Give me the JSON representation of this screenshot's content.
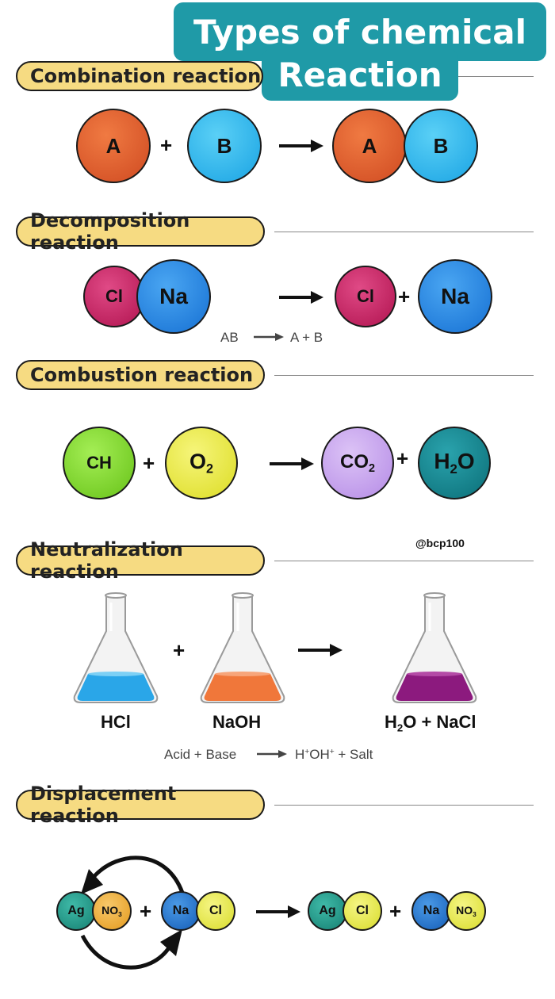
{
  "title": {
    "line1": "Types of chemical",
    "line2": "Reaction"
  },
  "watermark": "@bcp100",
  "operators": {
    "plus": "+"
  },
  "sections": {
    "combination": {
      "heading": "Combination reaction",
      "reactant_a": "A",
      "reactant_b": "B",
      "product_a": "A",
      "product_b": "B",
      "colors": {
        "a": "#e0522a",
        "b": "#2cb8ee"
      }
    },
    "decomposition": {
      "heading": "Decomposition reaction",
      "compound_cl": "Cl",
      "compound_na": "Na",
      "product_cl": "Cl",
      "product_na": "Na",
      "equation_left": "AB",
      "equation_right": "A + B",
      "colors": {
        "cl": "#c2185b",
        "na": "#1e88e5"
      }
    },
    "combustion": {
      "heading": "Combustion reaction",
      "r1": "CH",
      "r2_main": "O",
      "r2_sub": "2",
      "p1_main": "CO",
      "p1_sub": "2",
      "p2_pre": "H",
      "p2_sub": "2",
      "p2_post": "O",
      "colors": {
        "ch": "#7ed321",
        "o2": "#ecec39",
        "co2": "#c9a6ef",
        "h2o": "#12808a"
      }
    },
    "neutralization": {
      "heading": "Neutralization reaction",
      "flask1_label": "HCl",
      "flask2_label": "NaOH",
      "flask3_pre": "H",
      "flask3_sub": "2",
      "flask3_post": "O + NaCl",
      "eq_left": "Acid + Base",
      "eq_h": "H",
      "eq_sup1": "+",
      "eq_oh": "OH",
      "eq_sup2": "+",
      "eq_salt": " + Salt",
      "colors": {
        "acid": "#2aa6e8",
        "base": "#f0773a",
        "salt": "#8c1a7e"
      }
    },
    "displacement": {
      "heading": "Displacement reaction",
      "ag": "Ag",
      "no3_main": "NO",
      "no3_sub": "3",
      "na": "Na",
      "cl": "Cl",
      "p_ag": "Ag",
      "p_cl": "Cl",
      "p_na": "Na",
      "p_no3_main": "NO",
      "p_no3_sub": "3",
      "colors": {
        "ag": "#1f9a8a",
        "no3": "#f2b13a",
        "na": "#1e78d2",
        "cl": "#ecee5a"
      }
    }
  }
}
